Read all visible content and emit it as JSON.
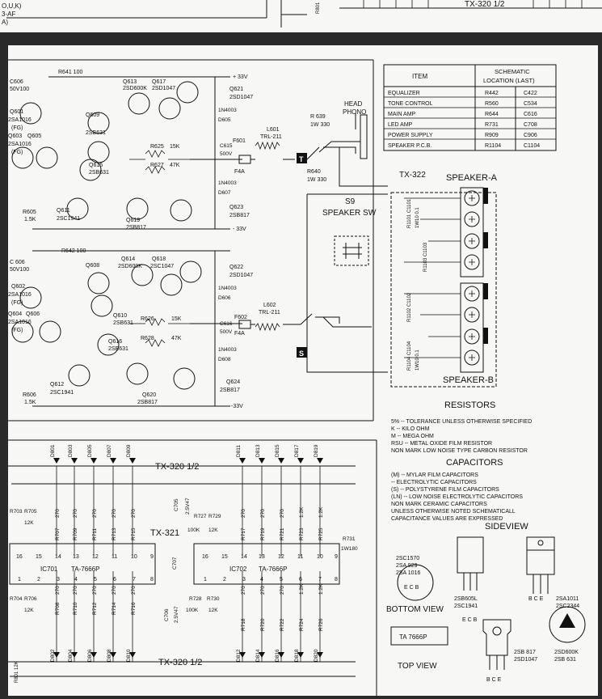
{
  "top_strip": {
    "left_lines": [
      "O,U,K)",
      "3-AF",
      "A)"
    ],
    "board_label": "TX-320  1/2",
    "part": "R801"
  },
  "schematic_table": {
    "header_item": "ITEM",
    "header_loc_1": "SCHEMATIC",
    "header_loc_2": "LOCATION (LAST)",
    "rows": [
      {
        "item": "EQUALIZER",
        "r": "R442",
        "c": "C422"
      },
      {
        "item": "TONE CONTROL",
        "r": "R560",
        "c": "C534"
      },
      {
        "item": "MAIN AMP",
        "r": "R644",
        "c": "C616"
      },
      {
        "item": "LED AMP",
        "r": "R731",
        "c": "C708"
      },
      {
        "item": "POWER SUPPLY",
        "r": "R909",
        "c": "C906"
      },
      {
        "item": "SPEAKER P.C.B.",
        "r": "R1104",
        "c": "C1104"
      }
    ]
  },
  "amp_upper": {
    "rails": {
      "plus": "+ 33V",
      "minus": "- 33V"
    },
    "labels": [
      "R641 100",
      "Q613",
      "Q617",
      "Q621",
      "2SD1047",
      "2SD600K",
      "2SD1047",
      "Q601",
      "2SA1016",
      "(FG)",
      "Q603",
      "Q605",
      "2SA1016",
      "(FG)",
      "Q609",
      "2SB631",
      "Q615",
      "2SB631",
      "Q611",
      "2SC1941",
      "Q619",
      "2SB817",
      "Q623",
      "2SB817",
      "R625",
      "15K",
      "R627",
      "47K",
      "R605",
      "1.5K",
      "C615",
      "500V",
      "D607",
      "1N4003",
      "D605",
      "1N4003",
      "C606",
      "50V100"
    ],
    "fuse": "F601",
    "fuse_val": "F4A",
    "coil": "L601",
    "coil_val": "TRL-211",
    "r639": "R 639",
    "r639v": "1W 330",
    "r640": "R640",
    "r640v": "1W 330",
    "term": "T"
  },
  "amp_lower": {
    "labels": [
      "R642 100",
      "Q614",
      "Q618",
      "Q622",
      "2SD600K",
      "2SC1047",
      "2SD1047",
      "Q602",
      "2SA1016",
      "(FG)",
      "Q604",
      "Q606",
      "2SA1016",
      "(FG)",
      "Q608",
      "Q610",
      "2SB631",
      "Q616",
      "2SB631",
      "Q612",
      "2SC1941",
      "Q620",
      "2SB817",
      "Q624",
      "2SB817",
      "R626",
      "15K",
      "R628",
      "47K",
      "R606",
      "1.5K",
      "C616",
      "500V",
      "D606",
      "1N4003",
      "D608",
      "1N4003",
      "C 606",
      "50V100"
    ],
    "fuse": "F602",
    "fuse_val": "F4A",
    "coil": "L602",
    "coil_val": "TRL-211",
    "term": "S",
    "rail_minus": "-33V"
  },
  "head_phono": {
    "line1": "HEAD",
    "line2": "PHONO"
  },
  "speaker_sw": {
    "label_1": "S9",
    "label_2": "SPEAKER SW"
  },
  "speaker_pcb": {
    "board": "TX-322",
    "a": "SPEAKER-A",
    "b": "SPEAKER-B",
    "parts": [
      "R1101 C1101",
      "1W10 0.1",
      "R1102 C1102",
      "R1103 C1103",
      "R1104 C1104",
      "1W10 0.1"
    ]
  },
  "resistors": {
    "title": "RESISTORS",
    "lines": [
      "5%  -- TOLERANCE UNLESS OTHERWISE SPECIFIED",
      "K -- KILO OHM",
      "M -- MEGA OHM",
      "RSU -- METAL OXIDE FILM RESISTOR",
      "NON MARK LOW NOISE TYPE CARBON RESISTOR"
    ]
  },
  "capacitors": {
    "title": "CAPACITORS",
    "lines": [
      "(M) -- MYLAR FILM CAPACITORS",
      "-- ELECTROLYTIC CAPACITORS",
      "(S) -- POLYSTYRENE FILM CAPACITORS",
      "(LN) -- LOW NOISE ELECTROLYTIC CAPACITORS",
      "NON MARK CERAMIC CAPACITORS",
      "UNLESS OTHERWISE NOTED SCHEMATICALL",
      "CAPACITANCE VALUES ARE EXPRESSED"
    ]
  },
  "led_section": {
    "tx320_top": "TX-320   1/2",
    "tx320_bottom": "TX-320  1/2",
    "tx321": "TX-321",
    "ic701": "IC701",
    "ic701_type": "TA-7666P",
    "ic702": "IC702",
    "ic702_type": "TA-7666P",
    "diodes_top": [
      "D801",
      "D803",
      "D805",
      "D807",
      "D809",
      "D811",
      "D813",
      "D815",
      "D817",
      "D819"
    ],
    "diodes_bottom": [
      "D802",
      "D804",
      "D806",
      "D808",
      "D810",
      "D812",
      "D814",
      "D816",
      "D818",
      "D820"
    ],
    "res_top": [
      {
        "n": "R707",
        "v": "270"
      },
      {
        "n": "R709",
        "v": "270"
      },
      {
        "n": "R711",
        "v": "270"
      },
      {
        "n": "R713",
        "v": "270"
      },
      {
        "n": "R715",
        "v": "270"
      },
      {
        "n": "R717",
        "v": "270"
      },
      {
        "n": "R719",
        "v": "270"
      },
      {
        "n": "R721",
        "v": "270"
      },
      {
        "n": "R723",
        "v": "1.2K"
      },
      {
        "n": "R725",
        "v": "1.2K"
      }
    ],
    "res_bottom": [
      {
        "n": "R708",
        "v": "270"
      },
      {
        "n": "R710",
        "v": "270"
      },
      {
        "n": "R712",
        "v": "270"
      },
      {
        "n": "R714",
        "v": "270"
      },
      {
        "n": "R716",
        "v": "270"
      },
      {
        "n": "R718",
        "v": "270"
      },
      {
        "n": "R720",
        "v": "270"
      },
      {
        "n": "R722",
        "v": "270"
      },
      {
        "n": "R724",
        "v": "1.2K"
      },
      {
        "n": "R726",
        "v": "1.2K"
      }
    ],
    "pins_left_top": [
      "16",
      "15",
      "14",
      "13",
      "12",
      "11",
      "10",
      "9"
    ],
    "pins_left_bottom": [
      "1",
      "2",
      "3",
      "4",
      "5",
      "6",
      "7",
      "8"
    ],
    "pins_right_top": [
      "16",
      "15",
      "14",
      "13",
      "12",
      "11",
      "10",
      "9"
    ],
    "pins_right_bottom": [
      "1",
      "2",
      "3",
      "4",
      "5",
      "6",
      "7",
      "8"
    ],
    "misc": [
      "R703",
      "R705",
      "12K",
      "R704",
      "R706",
      "12K",
      "C705",
      "2.5V47",
      "R727",
      "100K",
      "R729",
      "12K",
      "C707",
      "C706",
      "2.5V47",
      "R728",
      "100K",
      "R730",
      "12K",
      "R731",
      "1W180",
      "R801 12K"
    ]
  },
  "sideview": {
    "title": "SIDEVIEW",
    "bottom_view": "BOTTOM VIEW",
    "top_view": "TOP VIEW",
    "ic_label": "TA 7666P",
    "small_trans": [
      "2SC1570",
      "2SA 929",
      "2SA 1016"
    ],
    "small_pins": "E C B",
    "to126_a": [
      "2SB605L",
      "2SC1941"
    ],
    "to126_a_pins": "E C B",
    "to220": [
      "2SA1011",
      "2SC2344"
    ],
    "to220_pins": "B C E",
    "to3p": [
      "2SB 817",
      "2SD1047"
    ],
    "to3p_pins": "B C E",
    "tri": [
      "2SD600K",
      "2SB 631"
    ]
  }
}
